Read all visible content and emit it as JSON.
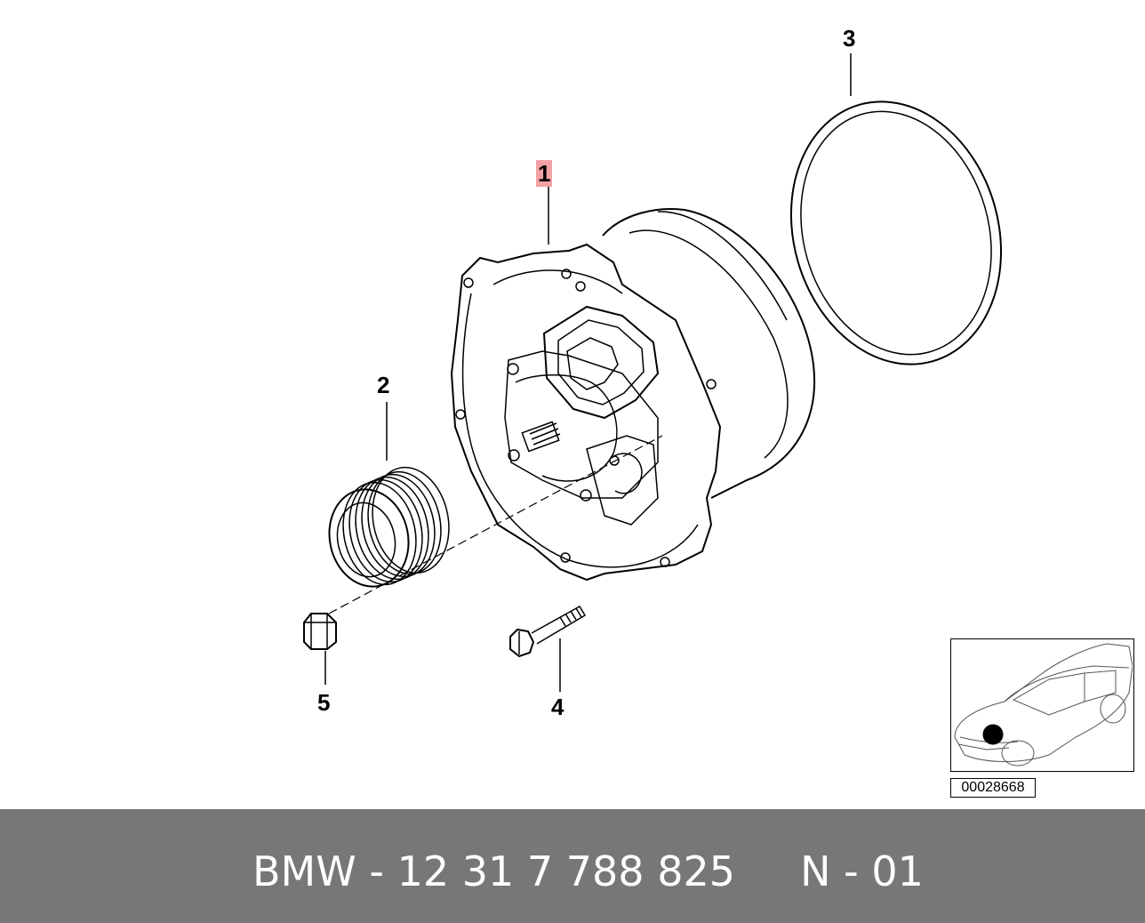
{
  "callouts": {
    "part_1": "1",
    "part_2": "2",
    "part_3": "3",
    "part_4": "4",
    "part_5": "5"
  },
  "reference_code": "00028668",
  "footer": {
    "text": "BMW - 12 31 7 788 825     N - 01"
  },
  "colors": {
    "footer_background": "#777777",
    "footer_text": "#ffffff",
    "highlight": "#f2a1a6",
    "line": "#000000"
  }
}
